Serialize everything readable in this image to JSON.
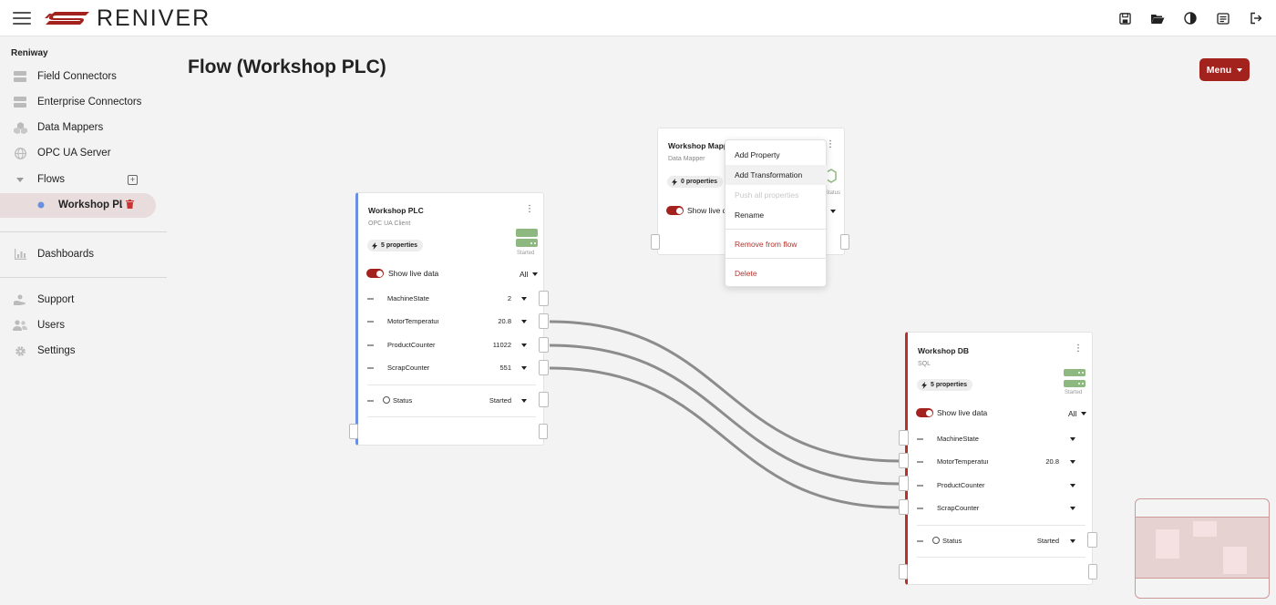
{
  "header": {
    "brand": "RENIVER",
    "brand_color": "#a3221d",
    "icons": [
      "save-icon",
      "folder-open-icon",
      "contrast-icon",
      "notes-icon",
      "logout-icon"
    ]
  },
  "sidebar": {
    "section": "Reniway",
    "items": [
      {
        "label": "Field Connectors",
        "icon": "server-icon"
      },
      {
        "label": "Enterprise Connectors",
        "icon": "server-icon"
      },
      {
        "label": "Data Mappers",
        "icon": "cubes-icon"
      },
      {
        "label": "OPC UA Server",
        "icon": "globe-icon"
      },
      {
        "label": "Flows",
        "icon": "chevron-down-icon"
      },
      {
        "label": "Workshop PLC",
        "icon": "dot-icon"
      },
      {
        "label": "Dashboards",
        "icon": "chart-icon"
      },
      {
        "label": "Support",
        "icon": "support-icon"
      },
      {
        "label": "Users",
        "icon": "users-icon"
      },
      {
        "label": "Settings",
        "icon": "gear-icon"
      }
    ]
  },
  "page": {
    "title": "Flow (Workshop PLC)",
    "menu_label": "Menu"
  },
  "nodes": {
    "plc": {
      "title": "Workshop PLC",
      "subtitle": "OPC UA Client",
      "properties": "5 properties",
      "status_label": "Started",
      "live_label": "Show live data",
      "filter": "All",
      "accent": "#6b8fe0",
      "rows": [
        {
          "name": "MachineState",
          "value": "2"
        },
        {
          "name": "MotorTemperature",
          "value": "20.8"
        },
        {
          "name": "ProductCounter",
          "value": "11022"
        },
        {
          "name": "ScrapCounter",
          "value": "551"
        }
      ],
      "status_row": {
        "name": "Status",
        "value": "Started"
      }
    },
    "mapper": {
      "title": "Workshop Mapper",
      "subtitle": "Data Mapper",
      "properties": "0 properties",
      "status_label": "Status",
      "live_label": "Show live data"
    },
    "db": {
      "title": "Workshop DB",
      "subtitle": "SQL",
      "properties": "5 properties",
      "status_label": "Started",
      "live_label": "Show live data",
      "filter": "All",
      "accent": "#b8322c",
      "rows": [
        {
          "name": "MachineState",
          "value": ""
        },
        {
          "name": "MotorTemperature",
          "value": "20.8"
        },
        {
          "name": "ProductCounter",
          "value": ""
        },
        {
          "name": "ScrapCounter",
          "value": ""
        }
      ],
      "status_row": {
        "name": "Status",
        "value": "Started"
      }
    }
  },
  "context_menu": {
    "items": [
      {
        "label": "Add Property"
      },
      {
        "label": "Add Transformation"
      },
      {
        "label": "Push all properties"
      },
      {
        "label": "Rename"
      },
      {
        "label": "Remove from flow"
      },
      {
        "label": "Delete"
      }
    ]
  }
}
